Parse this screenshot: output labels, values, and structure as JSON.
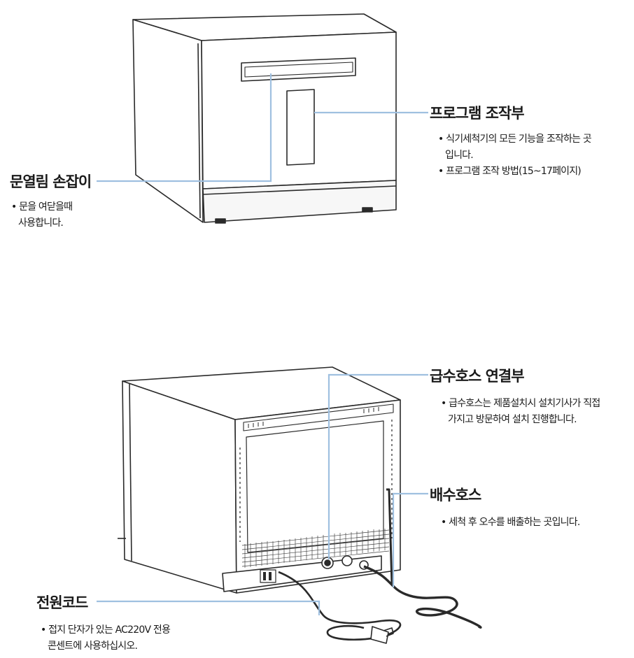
{
  "front": {
    "handle": {
      "title": "문열림 손잡이",
      "lines": [
        "• 문을 여닫을때",
        "사용합니다."
      ]
    },
    "control": {
      "title": "프로그램 조작부",
      "lines": [
        "• 식기세척기의 모든 기능을 조작하는 곳",
        "입니다.",
        "• 프로그램 조작 방법(15~17페이지)"
      ]
    }
  },
  "back": {
    "inlet": {
      "title": "급수호스 연결부",
      "lines": [
        "• 급수호스는 제품설치시 설치기사가 직접",
        "가지고 방문하여 설치 진행합니다."
      ]
    },
    "drain": {
      "title": "배수호스",
      "lines": [
        "• 세척 후 오수를 배출하는 곳입니다."
      ]
    },
    "power": {
      "title": "전원코드",
      "lines": [
        "• 접지 단자가 있는 AC220V 전용",
        "콘센트에 사용하십시오."
      ]
    }
  },
  "colors": {
    "leader_line": "#9fc0e0",
    "outline": "#2a2a2a"
  }
}
